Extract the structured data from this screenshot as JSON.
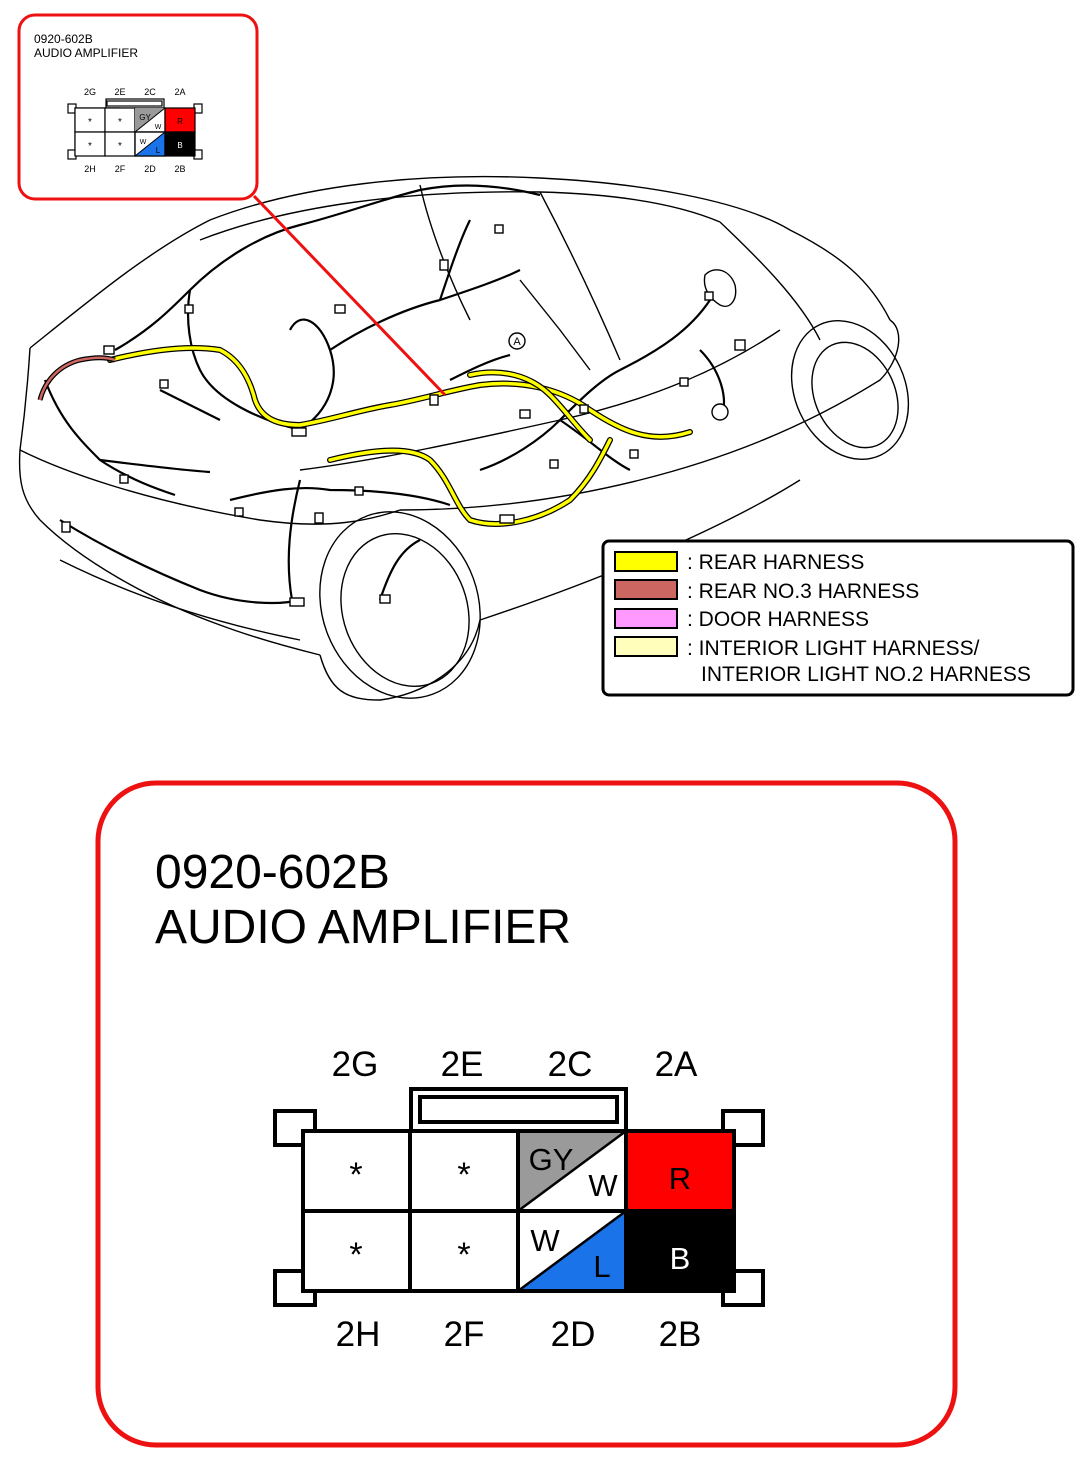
{
  "small_callout": {
    "part_number": "0920-602B",
    "title": "AUDIO AMPLIFIER",
    "top_pins": [
      "2G",
      "2E",
      "2C",
      "2A"
    ],
    "bottom_pins": [
      "2H",
      "2F",
      "2D",
      "2B"
    ],
    "cells": {
      "2G": "*",
      "2E": "*",
      "2H": "*",
      "2F": "*",
      "2C_upper": "GY",
      "2C_lower": "W",
      "2D_upper": "W",
      "2D_lower": "L",
      "2A": "R",
      "2B": "B"
    }
  },
  "callout_marker": "A",
  "legend": [
    {
      "color": "#ffff00",
      "label": ": REAR HARNESS"
    },
    {
      "color": "#cc6660",
      "label": ": REAR NO.3 HARNESS"
    },
    {
      "color": "#ff99ff",
      "label": ": DOOR HARNESS"
    },
    {
      "color": "#ffffbb",
      "label": ": INTERIOR LIGHT HARNESS/"
    },
    {
      "color": "",
      "label": "INTERIOR LIGHT NO.2 HARNESS"
    }
  ],
  "connector": {
    "part_number": "0920-602B",
    "title": "AUDIO AMPLIFIER",
    "top_pins": [
      "2G",
      "2E",
      "2C",
      "2A"
    ],
    "bottom_pins": [
      "2H",
      "2F",
      "2D",
      "2B"
    ],
    "cells": {
      "2G": "*",
      "2E": "*",
      "2H": "*",
      "2F": "*",
      "2C_upper": "GY",
      "2C_lower": "W",
      "2D_upper": "W",
      "2D_lower": "L",
      "2A": "R",
      "2B": "B"
    }
  },
  "colors": {
    "callout_border": "#ee1111",
    "wire_gray": "#9a9a9a",
    "wire_blue": "#1a73e8",
    "wire_red": "#ff0000",
    "wire_black": "#000000",
    "rear_harness": "#ffff00"
  }
}
